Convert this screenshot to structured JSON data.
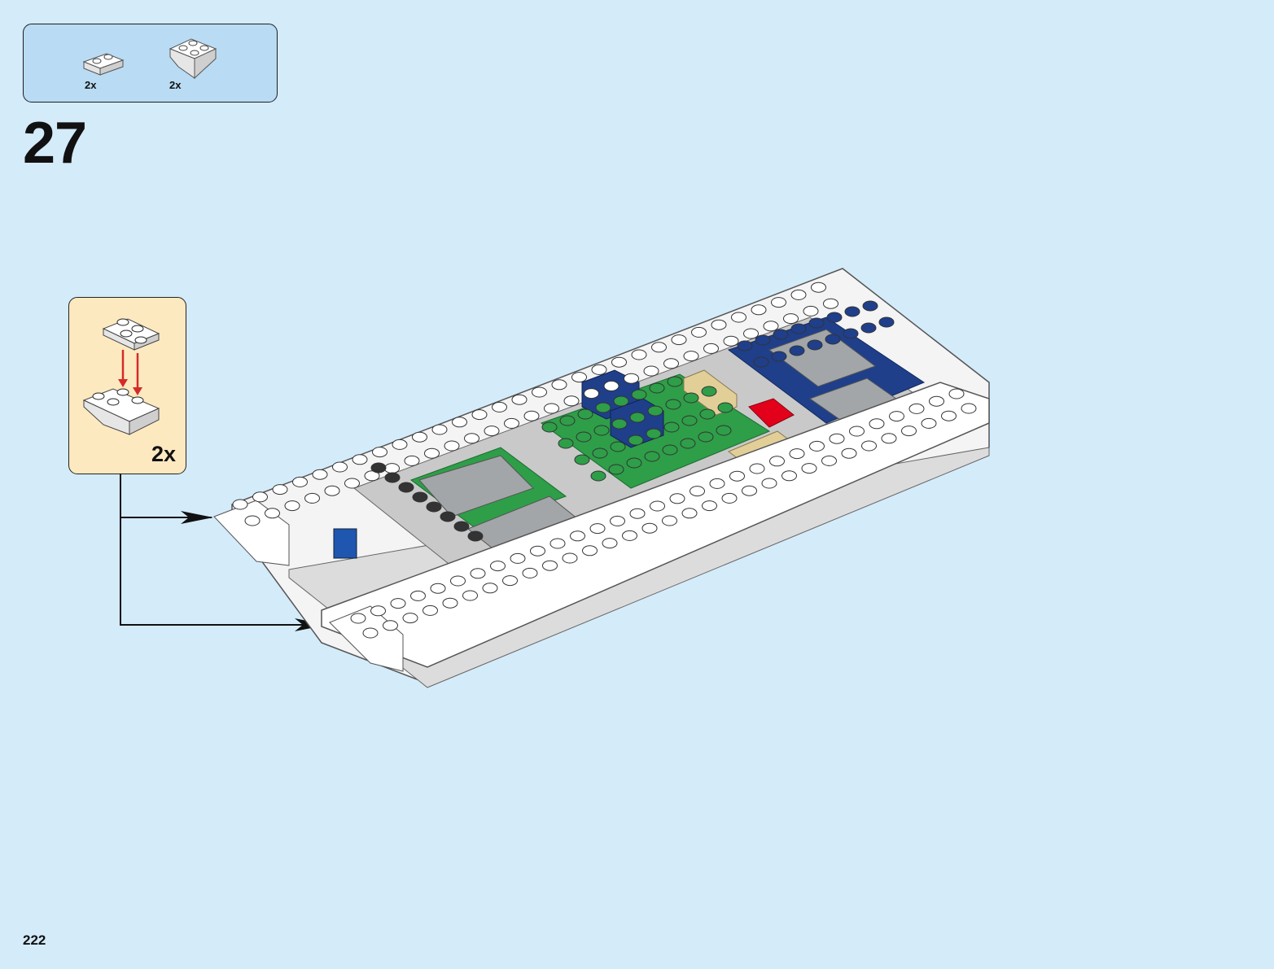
{
  "parts_list": {
    "items": [
      {
        "icon": "white-plate-1x2-icon",
        "quantity": "2x"
      },
      {
        "icon": "white-inverted-slope-icon",
        "quantity": "2x"
      }
    ]
  },
  "step": {
    "number": "27"
  },
  "callout": {
    "quantity": "2x"
  },
  "page": {
    "number": "222"
  },
  "colors": {
    "background": "#d4ebfa",
    "parts_box": "#b9dbf4",
    "callout_box": "#fde9c0",
    "brick_white": "#ffffff",
    "brick_green": "#2e9e48",
    "brick_blue": "#1f3f8a",
    "brick_gray": "#a3a6a8",
    "brick_tan": "#e2cf98",
    "brick_red": "#e3001b",
    "arrow_red": "#d42a2a"
  }
}
